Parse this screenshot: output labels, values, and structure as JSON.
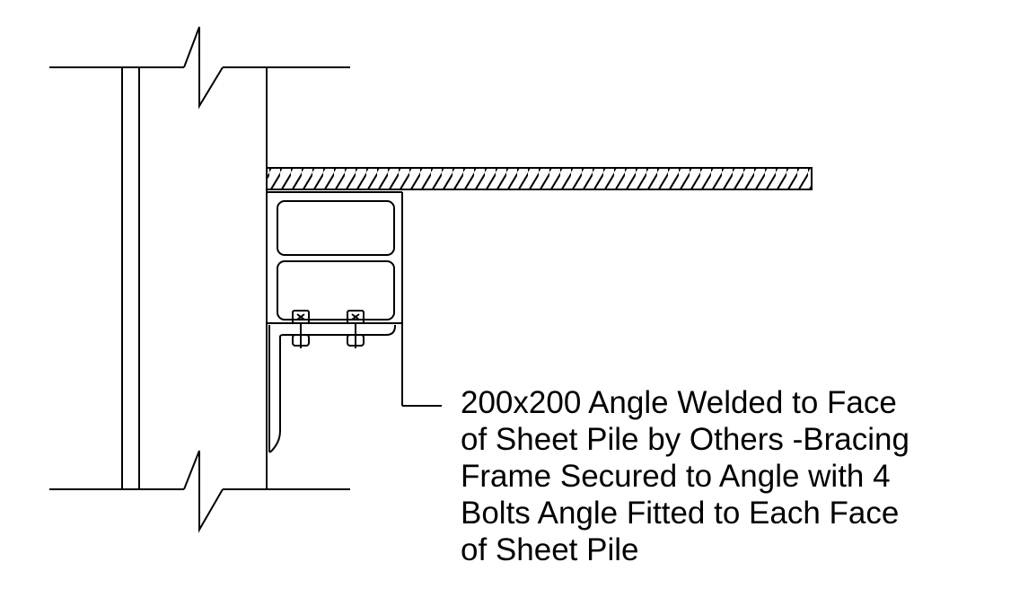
{
  "callout": {
    "lines": [
      "200x200 Angle Welded to Face",
      "of Sheet Pile by Others -Bracing",
      "Frame Secured to Angle with 4",
      "Bolts Angle Fitted to Each Face",
      "of Sheet Pile"
    ]
  },
  "colors": {
    "line": "#000000",
    "background": "#ffffff"
  }
}
